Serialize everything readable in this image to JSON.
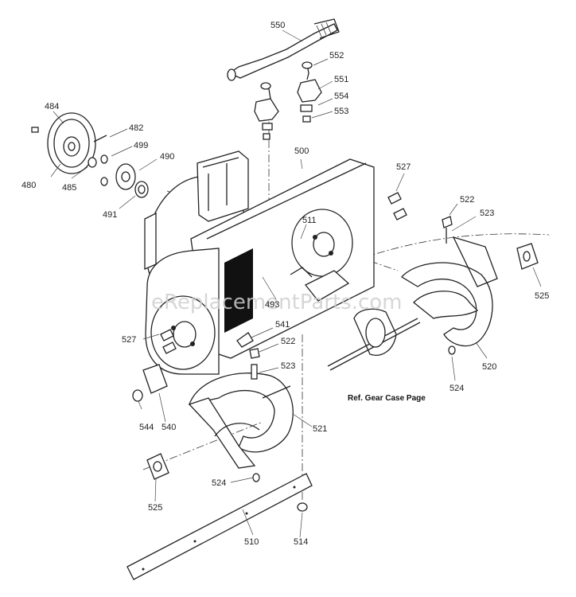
{
  "diagram": {
    "watermark": "eReplacementParts.com",
    "reference_note": "Ref. Gear Case Page",
    "part_callouts": [
      "550",
      "552",
      "551",
      "554",
      "553",
      "484",
      "482",
      "499",
      "490",
      "480",
      "485",
      "491",
      "500",
      "527",
      "522",
      "523",
      "511",
      "525",
      "493",
      "541",
      "522",
      "523",
      "520",
      "524",
      "544",
      "540",
      "521",
      "524",
      "525",
      "510",
      "514",
      "527"
    ]
  }
}
